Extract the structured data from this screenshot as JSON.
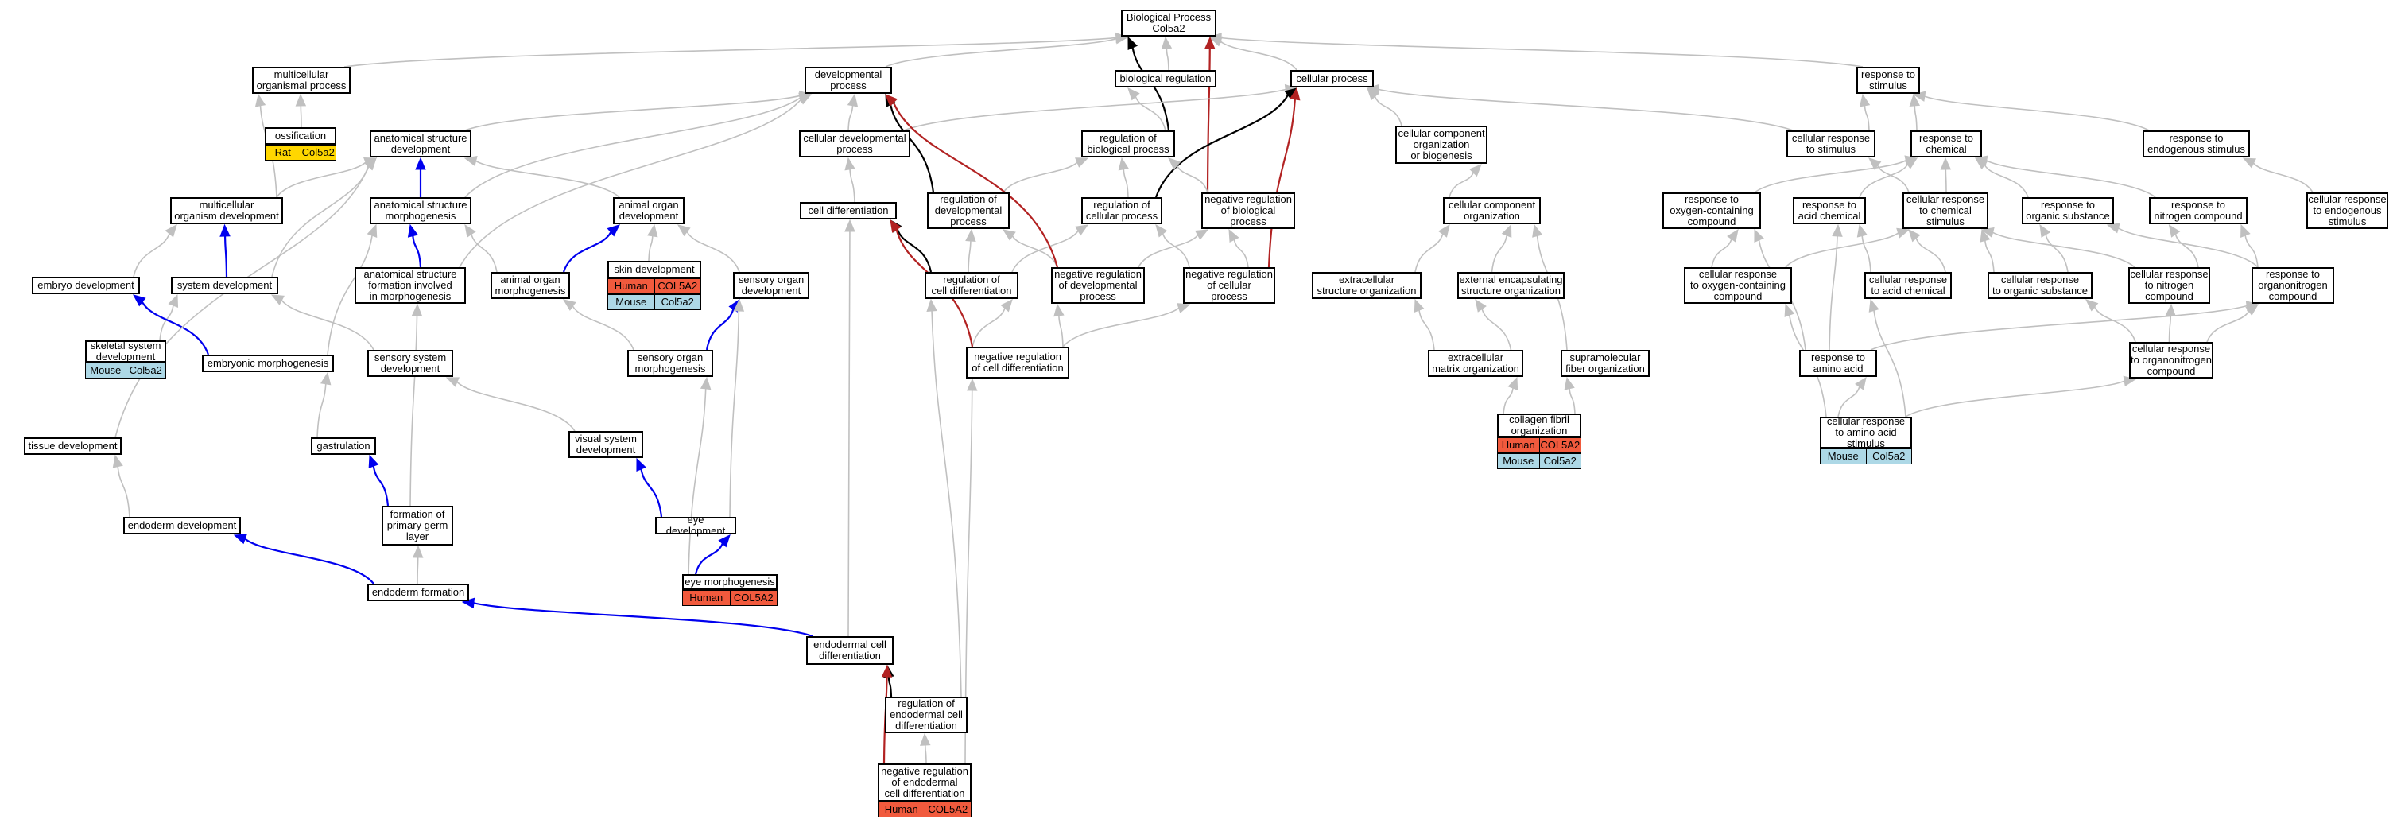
{
  "graph": {
    "colors": {
      "is_a": "#c0c0c0",
      "part_of": "#000000",
      "negatively_regulates": "#b22222",
      "positively_regulates": "#0000ee",
      "Human": "#f15a3d",
      "Mouse": "#add8e6",
      "Rat": "#ffd700"
    },
    "nodes": [
      {
        "id": "root",
        "label": "Biological Process\nCol5a2"
      },
      {
        "id": "devproc",
        "label": "developmental\nprocess"
      },
      {
        "id": "bioreg",
        "label": "biological regulation"
      },
      {
        "id": "cellproc",
        "label": "cellular process"
      },
      {
        "id": "respstim",
        "label": "response to\nstimulus"
      },
      {
        "id": "multiproc",
        "label": "multicellular\norganismal process"
      },
      {
        "id": "ossif",
        "label": "ossification",
        "annotations": [
          {
            "species": "Rat",
            "gene": "Col5a2"
          }
        ]
      },
      {
        "id": "anatdev",
        "label": "anatomical structure\ndevelopment"
      },
      {
        "id": "celldevproc",
        "label": "cellular developmental\nprocess"
      },
      {
        "id": "regbio",
        "label": "regulation of\nbiological process"
      },
      {
        "id": "ccob",
        "label": "cellular component\norganization\nor biogenesis"
      },
      {
        "id": "cellresp",
        "label": "cellular response\nto stimulus"
      },
      {
        "id": "respchem",
        "label": "response to\nchemical"
      },
      {
        "id": "respendo",
        "label": "response to\nendogenous stimulus"
      },
      {
        "id": "multidev",
        "label": "multicellular\norganism development"
      },
      {
        "id": "anatmorph",
        "label": "anatomical structure\nmorphogenesis"
      },
      {
        "id": "animorgdev",
        "label": "animal organ\ndevelopment"
      },
      {
        "id": "celldiff",
        "label": "cell differentiation"
      },
      {
        "id": "regdev",
        "label": "regulation of\ndevelopmental\nprocess"
      },
      {
        "id": "regcell",
        "label": "regulation of\ncellular process"
      },
      {
        "id": "negregbio",
        "label": "negative regulation\nof biological\nprocess"
      },
      {
        "id": "cco",
        "label": "cellular component\norganization"
      },
      {
        "id": "respoxy",
        "label": "response to\noxygen-containing\ncompound"
      },
      {
        "id": "respacid",
        "label": "response to\nacid chemical"
      },
      {
        "id": "cellrespchem",
        "label": "cellular response\nto chemical\nstimulus"
      },
      {
        "id": "resporg",
        "label": "response to\norganic substance"
      },
      {
        "id": "respnit",
        "label": "response to\nnitrogen compound"
      },
      {
        "id": "cellrespendo",
        "label": "cellular response\nto endogenous\nstimulus"
      },
      {
        "id": "embdev",
        "label": "embryo development"
      },
      {
        "id": "sysdev",
        "label": "system development"
      },
      {
        "id": "asfim",
        "label": "anatomical structure\nformation involved\nin morphogenesis"
      },
      {
        "id": "animorgmorph",
        "label": "animal organ\nmorphogenesis"
      },
      {
        "id": "skindev",
        "label": "skin development",
        "annotations": [
          {
            "species": "Human",
            "gene": "COL5A2"
          },
          {
            "species": "Mouse",
            "gene": "Col5a2"
          }
        ]
      },
      {
        "id": "sensorgdev",
        "label": "sensory organ\ndevelopment"
      },
      {
        "id": "regcelldiff",
        "label": "regulation of\ncell differentiation"
      },
      {
        "id": "negregdev",
        "label": "negative regulation\nof developmental\nprocess"
      },
      {
        "id": "negregcell",
        "label": "negative regulation\nof cellular\nprocess"
      },
      {
        "id": "extrastruct",
        "label": "extracellular\nstructure organization"
      },
      {
        "id": "extencap",
        "label": "external encapsulating\nstructure organization"
      },
      {
        "id": "cellrespoxy",
        "label": "cellular response\nto oxygen-containing\ncompound"
      },
      {
        "id": "cellrespacid",
        "label": "cellular response\nto acid chemical"
      },
      {
        "id": "cellresporg",
        "label": "cellular response\nto organic substance"
      },
      {
        "id": "cellrespnit",
        "label": "cellular response\nto nitrogen\ncompound"
      },
      {
        "id": "resporganonit",
        "label": "response to\norganonitrogen\ncompound"
      },
      {
        "id": "skeldev",
        "label": "skeletal system\ndevelopment",
        "annotations": [
          {
            "species": "Mouse",
            "gene": "Col5a2"
          }
        ]
      },
      {
        "id": "embmorph",
        "label": "embryonic morphogenesis"
      },
      {
        "id": "senssysdev",
        "label": "sensory system\ndevelopment"
      },
      {
        "id": "sensorgmorph",
        "label": "sensory organ\nmorphogenesis"
      },
      {
        "id": "negregcelldiff",
        "label": "negative regulation\nof cell differentiation"
      },
      {
        "id": "ecmorg",
        "label": "extracellular\nmatrix organization"
      },
      {
        "id": "supramol",
        "label": "supramolecular\nfiber organization"
      },
      {
        "id": "respamino",
        "label": "response to\namino acid"
      },
      {
        "id": "cellresporganonit",
        "label": "cellular response\nto organonitrogen\ncompound"
      },
      {
        "id": "tissuedev",
        "label": "tissue development"
      },
      {
        "id": "gastrul",
        "label": "gastrulation"
      },
      {
        "id": "vissysdev",
        "label": "visual system\ndevelopment"
      },
      {
        "id": "collfibril",
        "label": "collagen fibril\norganization",
        "annotations": [
          {
            "species": "Human",
            "gene": "COL5A2"
          },
          {
            "species": "Mouse",
            "gene": "Col5a2"
          }
        ]
      },
      {
        "id": "cellrespamino",
        "label": "cellular response\nto amino acid\nstimulus",
        "annotations": [
          {
            "species": "Mouse",
            "gene": "Col5a2"
          }
        ]
      },
      {
        "id": "endodev",
        "label": "endoderm development"
      },
      {
        "id": "formgerm",
        "label": "formation of\nprimary germ\nlayer"
      },
      {
        "id": "eyedev",
        "label": "eye development"
      },
      {
        "id": "endoform",
        "label": "endoderm formation"
      },
      {
        "id": "eyemorph",
        "label": "eye morphogenesis",
        "annotations": [
          {
            "species": "Human",
            "gene": "COL5A2"
          }
        ]
      },
      {
        "id": "endocelldiff",
        "label": "endodermal cell\ndifferentiation"
      },
      {
        "id": "regendo",
        "label": "regulation of\nendodermal cell\ndifferentiation"
      },
      {
        "id": "negregendo",
        "label": "negative regulation\nof endodermal\ncell differentiation",
        "annotations": [
          {
            "species": "Human",
            "gene": "COL5A2"
          }
        ]
      }
    ],
    "edges": [
      {
        "from": "devproc",
        "to": "root",
        "type": "is_a"
      },
      {
        "from": "bioreg",
        "to": "root",
        "type": "is_a"
      },
      {
        "from": "cellproc",
        "to": "root",
        "type": "is_a"
      },
      {
        "from": "respstim",
        "to": "root",
        "type": "is_a"
      },
      {
        "from": "multiproc",
        "to": "root",
        "type": "is_a"
      },
      {
        "from": "regbio",
        "to": "root",
        "type": "part_of"
      },
      {
        "from": "negregbio",
        "to": "root",
        "type": "negatively_regulates"
      },
      {
        "from": "ossif",
        "to": "multiproc",
        "type": "is_a"
      },
      {
        "from": "anatdev",
        "to": "devproc",
        "type": "is_a"
      },
      {
        "from": "celldevproc",
        "to": "devproc",
        "type": "is_a"
      },
      {
        "from": "celldevproc",
        "to": "cellproc",
        "type": "is_a"
      },
      {
        "from": "regbio",
        "to": "bioreg",
        "type": "is_a"
      },
      {
        "from": "ccob",
        "to": "cellproc",
        "type": "is_a"
      },
      {
        "from": "cellresp",
        "to": "cellproc",
        "type": "is_a"
      },
      {
        "from": "cellresp",
        "to": "respstim",
        "type": "is_a"
      },
      {
        "from": "respchem",
        "to": "respstim",
        "type": "is_a"
      },
      {
        "from": "respendo",
        "to": "respstim",
        "type": "is_a"
      },
      {
        "from": "multidev",
        "to": "anatdev",
        "type": "is_a"
      },
      {
        "from": "multidev",
        "to": "multiproc",
        "type": "is_a"
      },
      {
        "from": "anatmorph",
        "to": "anatdev",
        "type": "positively_regulates"
      },
      {
        "from": "anatmorph",
        "to": "devproc",
        "type": "is_a"
      },
      {
        "from": "animorgdev",
        "to": "anatdev",
        "type": "is_a"
      },
      {
        "from": "celldiff",
        "to": "celldevproc",
        "type": "is_a"
      },
      {
        "from": "regdev",
        "to": "devproc",
        "type": "part_of"
      },
      {
        "from": "regdev",
        "to": "regbio",
        "type": "is_a"
      },
      {
        "from": "regcell",
        "to": "regbio",
        "type": "is_a"
      },
      {
        "from": "regcell",
        "to": "cellproc",
        "type": "part_of"
      },
      {
        "from": "negregbio",
        "to": "regbio",
        "type": "is_a"
      },
      {
        "from": "cco",
        "to": "ccob",
        "type": "is_a"
      },
      {
        "from": "respoxy",
        "to": "respchem",
        "type": "is_a"
      },
      {
        "from": "respacid",
        "to": "respchem",
        "type": "is_a"
      },
      {
        "from": "cellrespchem",
        "to": "respchem",
        "type": "is_a"
      },
      {
        "from": "cellrespchem",
        "to": "cellresp",
        "type": "is_a"
      },
      {
        "from": "resporg",
        "to": "respchem",
        "type": "is_a"
      },
      {
        "from": "respnit",
        "to": "respchem",
        "type": "is_a"
      },
      {
        "from": "cellrespendo",
        "to": "respendo",
        "type": "is_a"
      },
      {
        "from": "embdev",
        "to": "multidev",
        "type": "is_a"
      },
      {
        "from": "sysdev",
        "to": "multidev",
        "type": "positively_regulates"
      },
      {
        "from": "sysdev",
        "to": "anatdev",
        "type": "is_a"
      },
      {
        "from": "asfim",
        "to": "anatmorph",
        "type": "positively_regulates"
      },
      {
        "from": "asfim",
        "to": "devproc",
        "type": "is_a"
      },
      {
        "from": "animorgmorph",
        "to": "animorgdev",
        "type": "positively_regulates"
      },
      {
        "from": "animorgmorph",
        "to": "anatmorph",
        "type": "is_a"
      },
      {
        "from": "skindev",
        "to": "animorgdev",
        "type": "is_a"
      },
      {
        "from": "sensorgdev",
        "to": "animorgdev",
        "type": "is_a"
      },
      {
        "from": "regcelldiff",
        "to": "regdev",
        "type": "is_a"
      },
      {
        "from": "regcelldiff",
        "to": "regcell",
        "type": "is_a"
      },
      {
        "from": "regcelldiff",
        "to": "celldiff",
        "type": "part_of"
      },
      {
        "from": "negregdev",
        "to": "regdev",
        "type": "is_a"
      },
      {
        "from": "negregdev",
        "to": "negregbio",
        "type": "is_a"
      },
      {
        "from": "negregdev",
        "to": "devproc",
        "type": "negatively_regulates"
      },
      {
        "from": "negregcell",
        "to": "regcell",
        "type": "is_a"
      },
      {
        "from": "negregcell",
        "to": "negregbio",
        "type": "is_a"
      },
      {
        "from": "negregcell",
        "to": "cellproc",
        "type": "negatively_regulates"
      },
      {
        "from": "extrastruct",
        "to": "cco",
        "type": "is_a"
      },
      {
        "from": "extencap",
        "to": "cco",
        "type": "is_a"
      },
      {
        "from": "cellrespoxy",
        "to": "respoxy",
        "type": "is_a"
      },
      {
        "from": "cellrespoxy",
        "to": "cellrespchem",
        "type": "is_a"
      },
      {
        "from": "cellrespacid",
        "to": "respacid",
        "type": "is_a"
      },
      {
        "from": "cellrespacid",
        "to": "cellrespchem",
        "type": "is_a"
      },
      {
        "from": "cellresporg",
        "to": "resporg",
        "type": "is_a"
      },
      {
        "from": "cellresporg",
        "to": "cellrespchem",
        "type": "is_a"
      },
      {
        "from": "cellrespnit",
        "to": "respnit",
        "type": "is_a"
      },
      {
        "from": "cellrespnit",
        "to": "cellrespchem",
        "type": "is_a"
      },
      {
        "from": "resporganonit",
        "to": "respnit",
        "type": "is_a"
      },
      {
        "from": "resporganonit",
        "to": "resporg",
        "type": "is_a"
      },
      {
        "from": "skeldev",
        "to": "sysdev",
        "type": "is_a"
      },
      {
        "from": "embmorph",
        "to": "embdev",
        "type": "positively_regulates"
      },
      {
        "from": "embmorph",
        "to": "anatmorph",
        "type": "is_a"
      },
      {
        "from": "senssysdev",
        "to": "sysdev",
        "type": "is_a"
      },
      {
        "from": "sensorgmorph",
        "to": "sensorgdev",
        "type": "positively_regulates"
      },
      {
        "from": "sensorgmorph",
        "to": "animorgmorph",
        "type": "is_a"
      },
      {
        "from": "negregcelldiff",
        "to": "regcelldiff",
        "type": "is_a"
      },
      {
        "from": "negregcelldiff",
        "to": "negregdev",
        "type": "is_a"
      },
      {
        "from": "negregcelldiff",
        "to": "negregcell",
        "type": "is_a"
      },
      {
        "from": "negregcelldiff",
        "to": "celldiff",
        "type": "negatively_regulates"
      },
      {
        "from": "ecmorg",
        "to": "extrastruct",
        "type": "is_a"
      },
      {
        "from": "ecmorg",
        "to": "extencap",
        "type": "is_a"
      },
      {
        "from": "supramol",
        "to": "cco",
        "type": "is_a"
      },
      {
        "from": "respamino",
        "to": "respacid",
        "type": "is_a"
      },
      {
        "from": "respamino",
        "to": "resporganonit",
        "type": "is_a"
      },
      {
        "from": "respamino",
        "to": "respoxy",
        "type": "is_a"
      },
      {
        "from": "cellresporganonit",
        "to": "resporganonit",
        "type": "is_a"
      },
      {
        "from": "cellresporganonit",
        "to": "cellrespnit",
        "type": "is_a"
      },
      {
        "from": "cellresporganonit",
        "to": "cellresporg",
        "type": "is_a"
      },
      {
        "from": "tissuedev",
        "to": "anatdev",
        "type": "is_a"
      },
      {
        "from": "gastrul",
        "to": "embmorph",
        "type": "is_a"
      },
      {
        "from": "vissysdev",
        "to": "senssysdev",
        "type": "is_a"
      },
      {
        "from": "collfibril",
        "to": "ecmorg",
        "type": "is_a"
      },
      {
        "from": "collfibril",
        "to": "supramol",
        "type": "is_a"
      },
      {
        "from": "cellrespamino",
        "to": "respamino",
        "type": "is_a"
      },
      {
        "from": "cellrespamino",
        "to": "cellrespacid",
        "type": "is_a"
      },
      {
        "from": "cellrespamino",
        "to": "cellresporganonit",
        "type": "is_a"
      },
      {
        "from": "cellrespamino",
        "to": "cellrespoxy",
        "type": "is_a"
      },
      {
        "from": "endodev",
        "to": "tissuedev",
        "type": "is_a"
      },
      {
        "from": "formgerm",
        "to": "gastrul",
        "type": "positively_regulates"
      },
      {
        "from": "formgerm",
        "to": "asfim",
        "type": "is_a"
      },
      {
        "from": "eyedev",
        "to": "vissysdev",
        "type": "positively_regulates"
      },
      {
        "from": "eyedev",
        "to": "sensorgdev",
        "type": "is_a"
      },
      {
        "from": "endoform",
        "to": "endodev",
        "type": "positively_regulates"
      },
      {
        "from": "endoform",
        "to": "formgerm",
        "type": "is_a"
      },
      {
        "from": "eyemorph",
        "to": "eyedev",
        "type": "positively_regulates"
      },
      {
        "from": "eyemorph",
        "to": "sensorgmorph",
        "type": "is_a"
      },
      {
        "from": "endocelldiff",
        "to": "endoform",
        "type": "positively_regulates"
      },
      {
        "from": "endocelldiff",
        "to": "celldiff",
        "type": "is_a"
      },
      {
        "from": "regendo",
        "to": "endocelldiff",
        "type": "part_of"
      },
      {
        "from": "regendo",
        "to": "regcelldiff",
        "type": "is_a"
      },
      {
        "from": "negregendo",
        "to": "regendo",
        "type": "is_a"
      },
      {
        "from": "negregendo",
        "to": "negregcelldiff",
        "type": "is_a"
      },
      {
        "from": "negregendo",
        "to": "endocelldiff",
        "type": "negatively_regulates"
      }
    ]
  }
}
